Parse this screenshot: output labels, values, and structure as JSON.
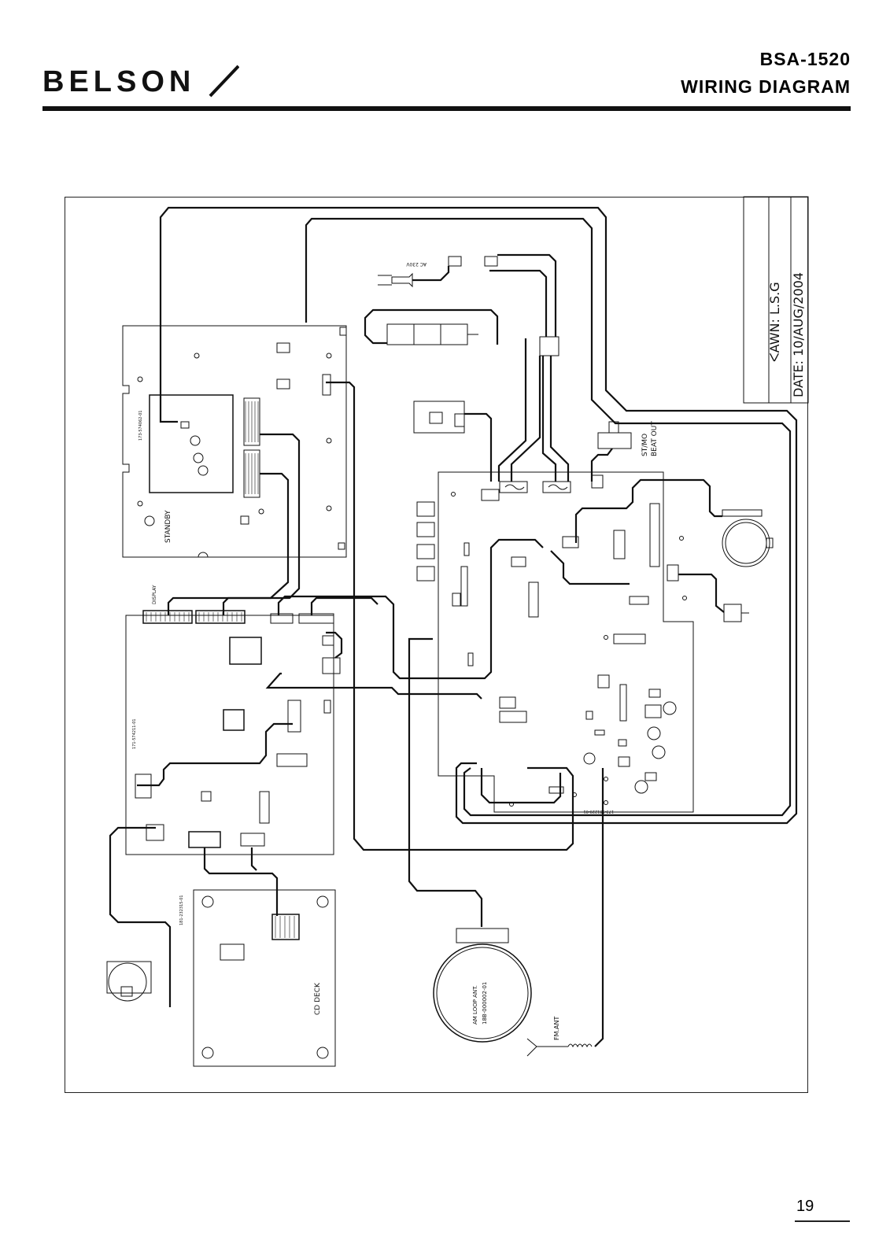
{
  "header": {
    "brand": "BELSON",
    "model": "BSA-1520",
    "title": "WIRING DIAGRAM"
  },
  "title_block": {
    "drawn": "ᐸAWN: L.S.G",
    "date": "DATE: 10/AUG/2004"
  },
  "labels": {
    "standby": "STANDBY",
    "display": "DISPLAY",
    "st_mo": "ST/MO",
    "beat_out": "BEAT OUT",
    "cd_deck": "CD DECK",
    "am_loop_1": "AM LOOP ANT.",
    "am_loop_2": "18B-000002-01",
    "fm_ant": "FM.ANT",
    "ac_input": "AC 230V",
    "pcb_front": "173-574062-01",
    "pcb_main": "173-581220-01",
    "pcb_mpu": "171-574211-01",
    "pcb_cd": "181-232315-01"
  },
  "footer": {
    "page": "19"
  }
}
